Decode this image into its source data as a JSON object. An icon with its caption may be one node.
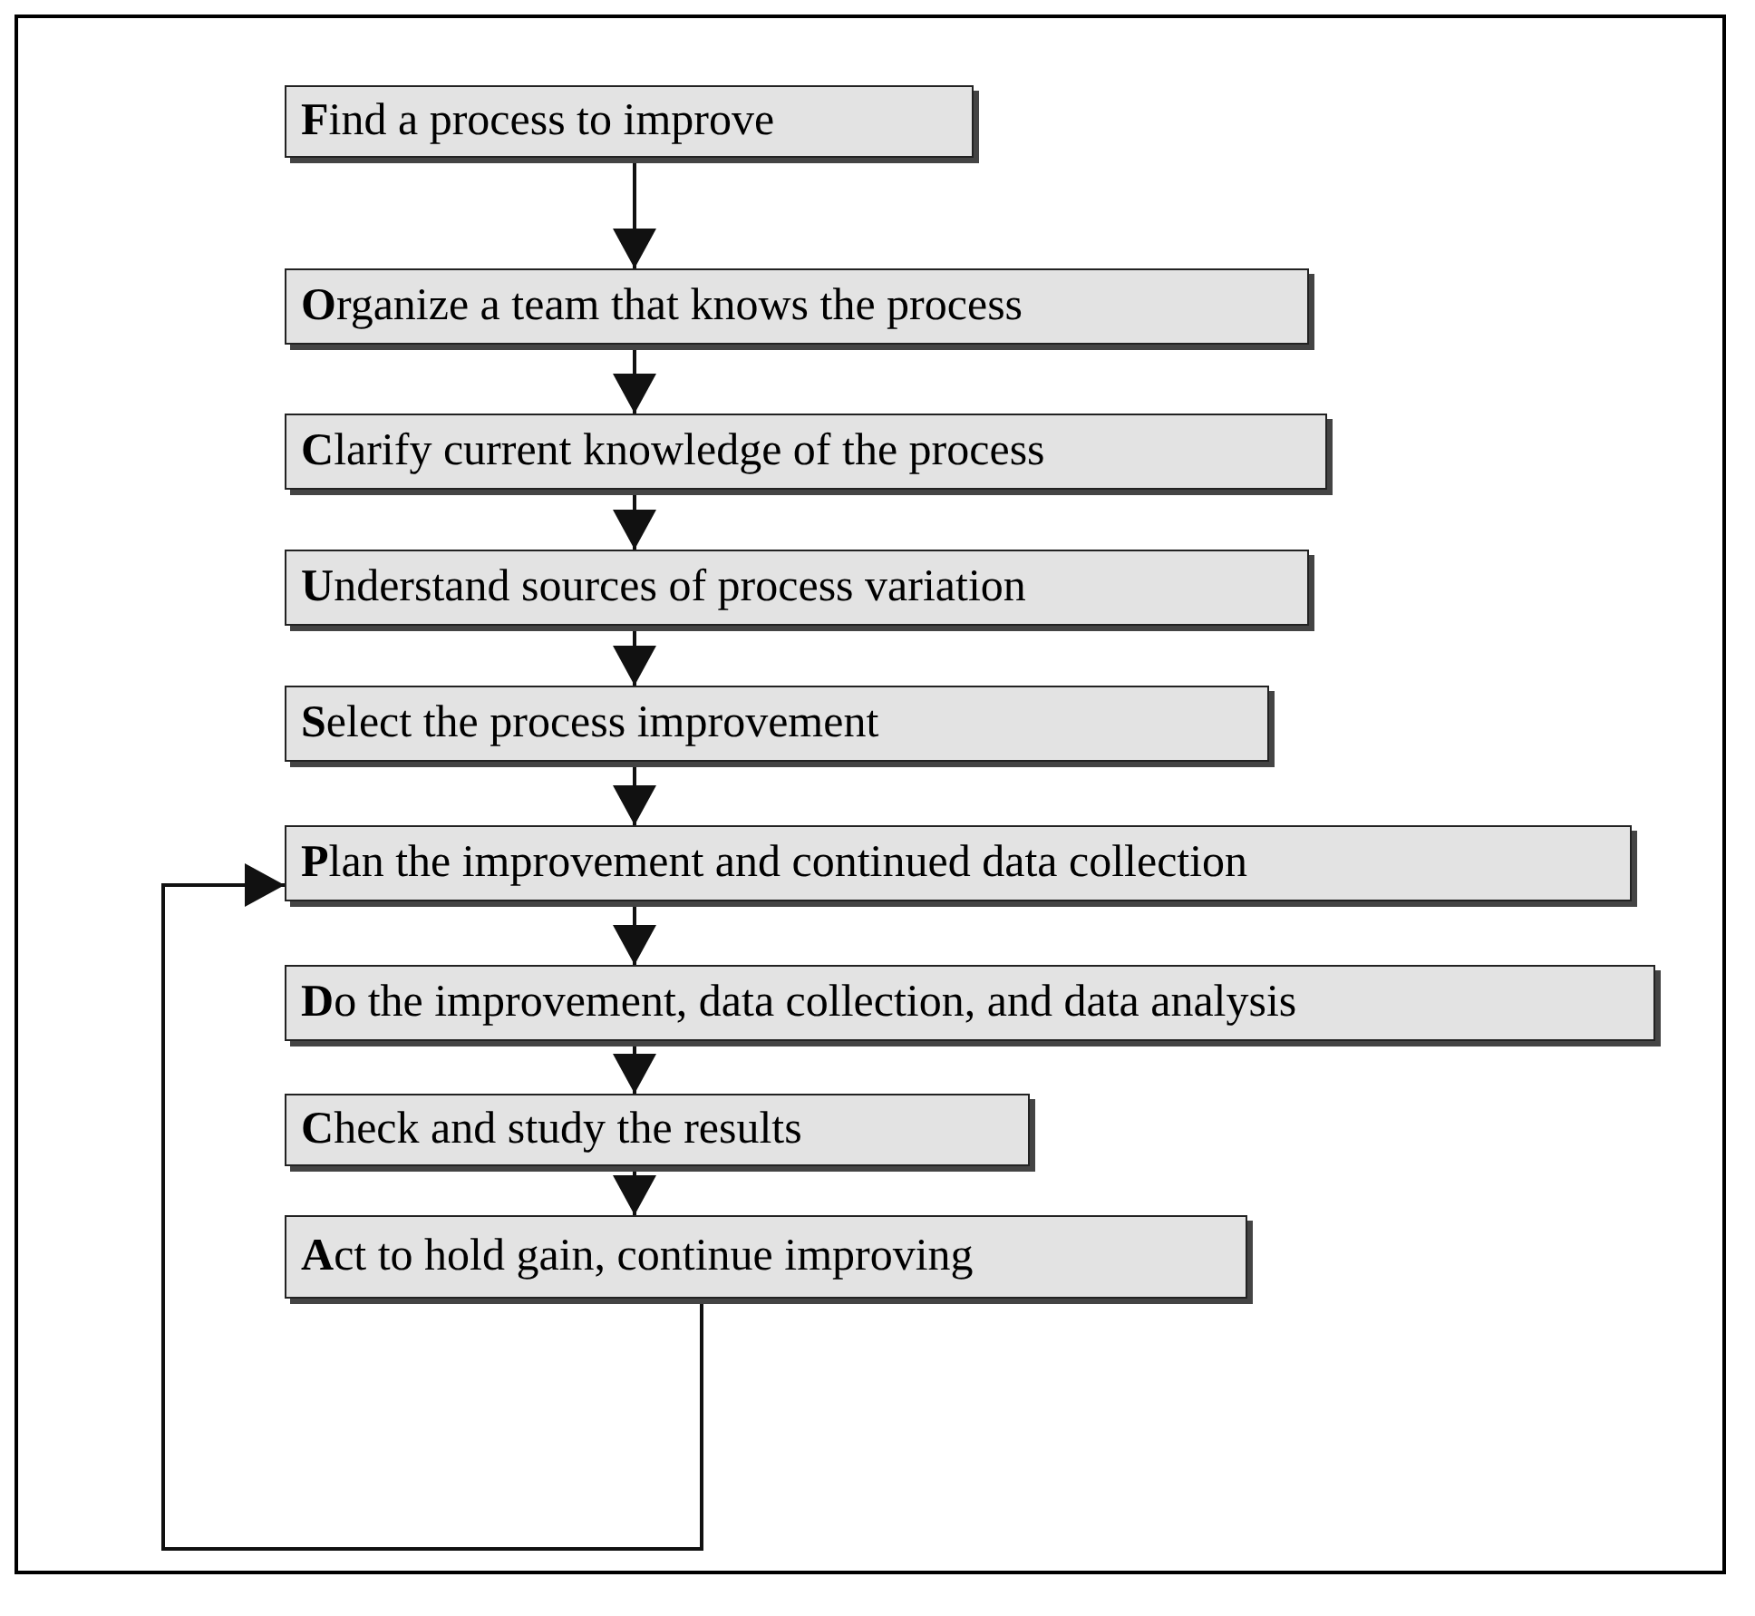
{
  "diagram": {
    "nodes": [
      {
        "text": [
          "**F**ind a process to improve"
        ]
      },
      {
        "text": [
          "**O**rganize a team that knows the process"
        ]
      },
      {
        "text": [
          "**C**larify current knowledge of the process"
        ]
      },
      {
        "text": [
          "**U**nderstand sources of process variation"
        ]
      },
      {
        "text": [
          "**S**elect the process improvement"
        ]
      },
      {
        "text": [
          "**P**lan the improvement and continued data collection"
        ]
      },
      {
        "text": [
          "**D**o the improvement, data collection, and data analysis"
        ]
      },
      {
        "text": [
          "**C**heck and study the results"
        ]
      },
      {
        "text": [
          "**A**ct to hold gain, continue improving"
        ]
      }
    ],
    "edges": [
      {
        "from": 0,
        "to": 1,
        "arrow": "to"
      },
      {
        "from": 1,
        "to": 2,
        "arrow": "to"
      },
      {
        "from": 2,
        "to": 3,
        "arrow": "to"
      },
      {
        "from": 3,
        "to": 4,
        "arrow": "to"
      },
      {
        "from": 4,
        "to": 5,
        "arrow": "to"
      },
      {
        "from": 5,
        "to": 6,
        "arrow": "to"
      },
      {
        "from": 6,
        "to": 7,
        "arrow": "to"
      },
      {
        "from": 7,
        "to": 8,
        "arrow": "to"
      },
      {
        "from": 8,
        "to": 5,
        "arrow": "to"
      }
    ]
  }
}
